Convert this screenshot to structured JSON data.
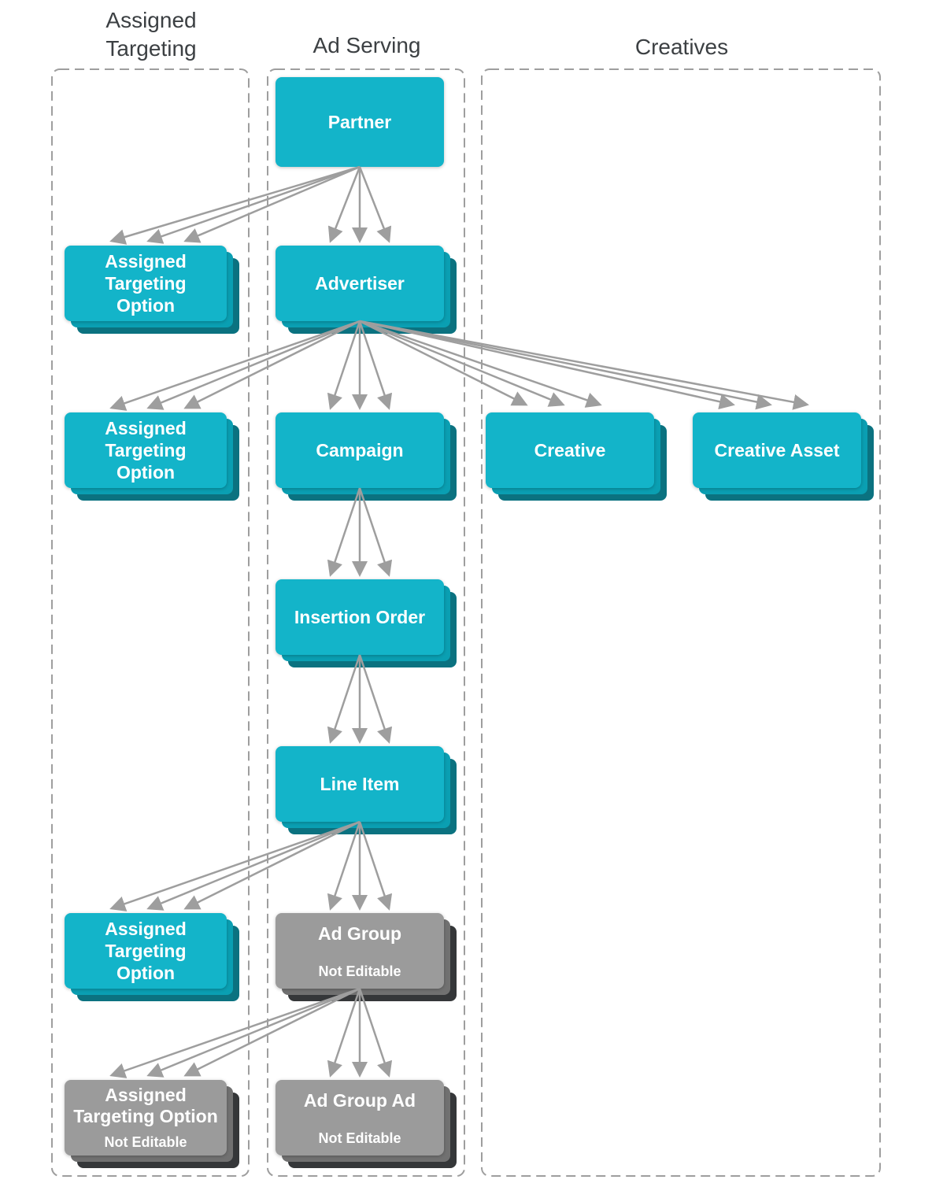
{
  "columns": {
    "assigned_targeting": {
      "title": "Assigned\nTargeting"
    },
    "ad_serving": {
      "title": "Ad Serving"
    },
    "creatives": {
      "title": "Creatives"
    }
  },
  "nodes": {
    "partner": {
      "label": "Partner"
    },
    "assigned_targeting_option_1": {
      "label": "Assigned\nTargeting\nOption"
    },
    "advertiser": {
      "label": "Advertiser"
    },
    "assigned_targeting_option_2": {
      "label": "Assigned\nTargeting\nOption"
    },
    "campaign": {
      "label": "Campaign"
    },
    "creative": {
      "label": "Creative"
    },
    "creative_asset": {
      "label": "Creative Asset"
    },
    "insertion_order": {
      "label": "Insertion Order"
    },
    "line_item": {
      "label": "Line Item"
    },
    "assigned_targeting_option_3": {
      "label": "Assigned\nTargeting\nOption"
    },
    "ad_group": {
      "label": "Ad Group",
      "sublabel": "Not Editable"
    },
    "assigned_targeting_option_not_editable": {
      "label": "Assigned\nTargeting Option",
      "sublabel": "Not Editable"
    },
    "ad_group_ad": {
      "label": "Ad Group Ad",
      "sublabel": "Not Editable"
    }
  },
  "colors": {
    "entity_teal": "#13b4c9",
    "entity_teal_mid": "#0a9fb2",
    "entity_teal_dark": "#0b7280",
    "entity_gray": "#9b9b9b",
    "entity_gray_mid": "#717171",
    "entity_gray_dark": "#353739",
    "arrow": "#9e9e9e",
    "column_border": "#9e9e9e",
    "title_text": "#3c4043",
    "node_text": "#ffffff"
  },
  "relations": [
    {
      "from": "Partner",
      "to": "Assigned Targeting Option",
      "cardinality": "one-to-many"
    },
    {
      "from": "Partner",
      "to": "Advertiser",
      "cardinality": "one-to-many"
    },
    {
      "from": "Advertiser",
      "to": "Assigned Targeting Option",
      "cardinality": "one-to-many"
    },
    {
      "from": "Advertiser",
      "to": "Campaign",
      "cardinality": "one-to-many"
    },
    {
      "from": "Advertiser",
      "to": "Creative",
      "cardinality": "one-to-many"
    },
    {
      "from": "Advertiser",
      "to": "Creative Asset",
      "cardinality": "one-to-many"
    },
    {
      "from": "Campaign",
      "to": "Insertion Order",
      "cardinality": "one-to-many"
    },
    {
      "from": "Insertion Order",
      "to": "Line Item",
      "cardinality": "one-to-many"
    },
    {
      "from": "Line Item",
      "to": "Assigned Targeting Option",
      "cardinality": "one-to-many"
    },
    {
      "from": "Line Item",
      "to": "Ad Group",
      "cardinality": "one-to-many"
    },
    {
      "from": "Ad Group",
      "to": "Assigned Targeting Option (Not Editable)",
      "cardinality": "one-to-many"
    },
    {
      "from": "Ad Group",
      "to": "Ad Group Ad",
      "cardinality": "one-to-many"
    }
  ]
}
